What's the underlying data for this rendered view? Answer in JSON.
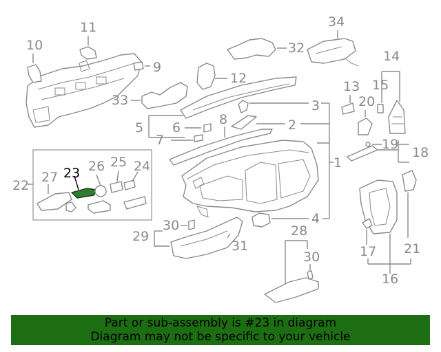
{
  "diagram": {
    "callouts": [
      "1",
      "2",
      "3",
      "4",
      "5",
      "6",
      "7",
      "8",
      "9",
      "10",
      "11",
      "12",
      "13",
      "14",
      "15",
      "16",
      "17",
      "18",
      "19",
      "20",
      "21",
      "22",
      "23",
      "24",
      "25",
      "26",
      "27",
      "28",
      "29",
      "30",
      "30",
      "31",
      "32",
      "33",
      "34"
    ],
    "highlighted_part": "23",
    "highlight_color": "#2e7d32"
  },
  "banner": {
    "line1": "Part or sub-assembly is #23 in diagram",
    "line2": "Diagram may not be specific to your vehicle",
    "background": "#1d6e12"
  }
}
